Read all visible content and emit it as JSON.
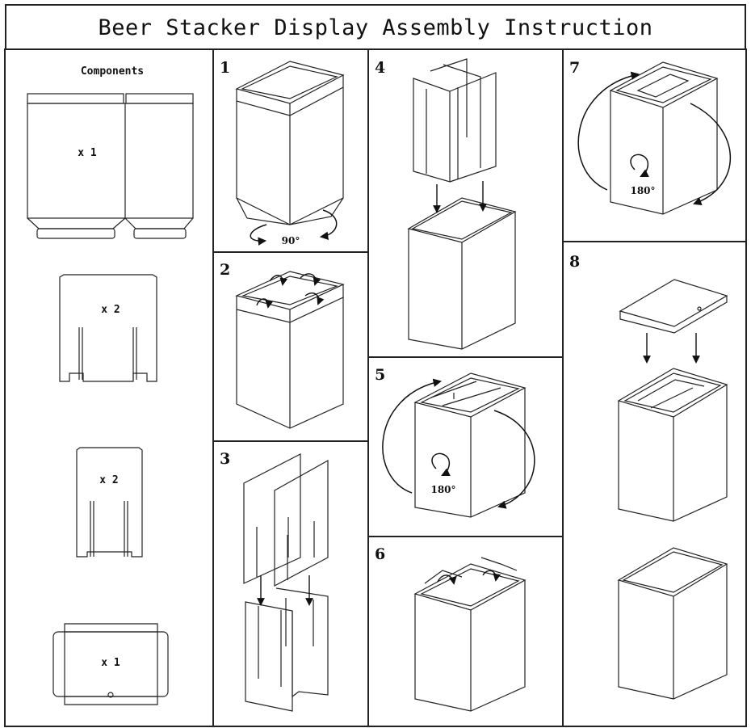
{
  "title": "Beer Stacker Display Assembly Instruction",
  "components": {
    "heading": "Components",
    "items": [
      {
        "name": "outer-box",
        "qty": "x 1"
      },
      {
        "name": "long-divider",
        "qty": "x 2"
      },
      {
        "name": "short-divider",
        "qty": "x 2"
      },
      {
        "name": "lid-blank",
        "qty": "x 1"
      }
    ]
  },
  "steps": [
    {
      "number": "1",
      "note": "90°"
    },
    {
      "number": "2"
    },
    {
      "number": "3"
    },
    {
      "number": "4"
    },
    {
      "number": "5",
      "note": "180°"
    },
    {
      "number": "6"
    },
    {
      "number": "7",
      "note": "180°"
    },
    {
      "number": "8"
    }
  ]
}
